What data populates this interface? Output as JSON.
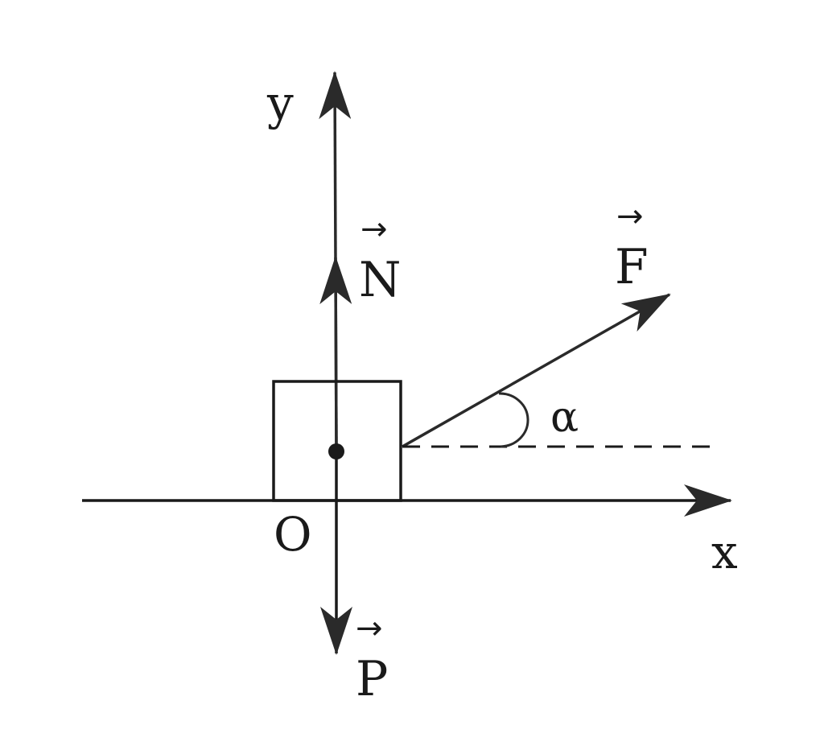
{
  "diagram": {
    "axes": {
      "x_label": "x",
      "y_label": "y",
      "origin_label": "O"
    },
    "forces": [
      {
        "id": "N",
        "label": "N",
        "vector_mark": "→"
      },
      {
        "id": "F",
        "label": "F",
        "vector_mark": "→"
      },
      {
        "id": "P",
        "label": "P",
        "vector_mark": "→"
      }
    ],
    "angle_label": "α",
    "colors": {
      "ink": "#1a1a1a",
      "background": "#ffffff"
    }
  }
}
